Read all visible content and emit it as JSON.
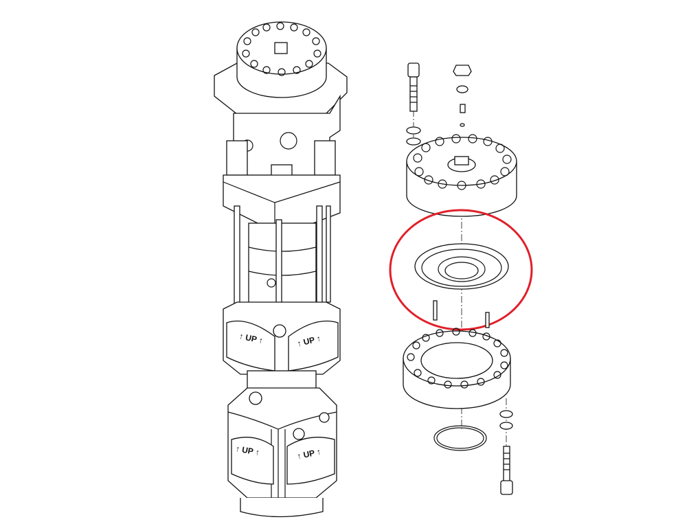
{
  "diagram": {
    "title": "Pump assembly exploded view",
    "labels": {
      "up_1": "↑ UP ↑",
      "up_2": "↑ UP ↑",
      "up_3": "↑ UP ↑",
      "up_4": "↑ UP ↑"
    },
    "highlight_color": "#e0202a"
  }
}
